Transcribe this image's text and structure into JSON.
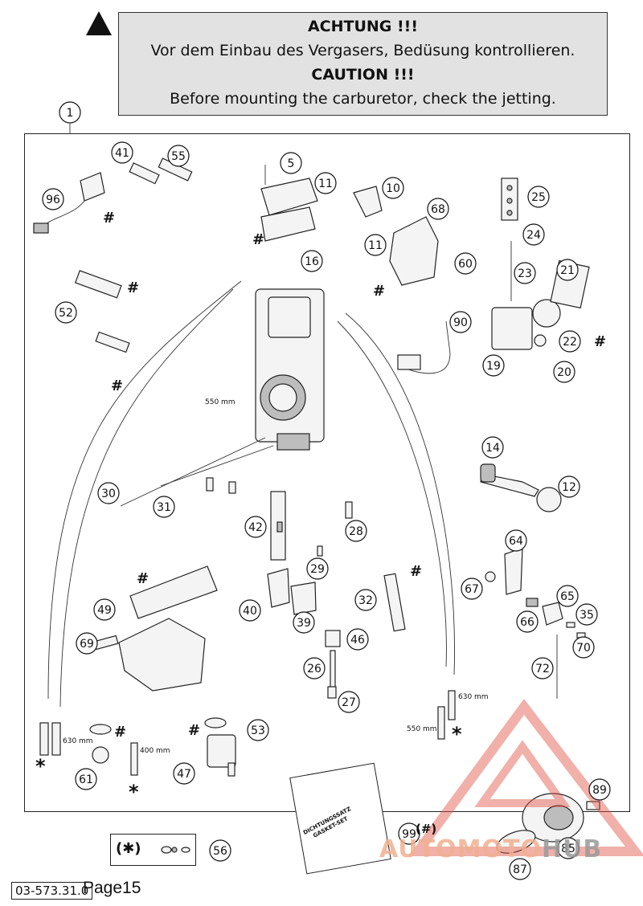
{
  "caution": {
    "line1": "ACHTUNG !!!",
    "line2": "Vor dem Einbau des Vergasers, Bedüsung kontrollieren.",
    "line3": "CAUTION !!!",
    "line4": "Before mounting the carburetor, check the jetting."
  },
  "assembly_ref": "1",
  "callouts": [
    "41",
    "55",
    "5",
    "11",
    "10",
    "68",
    "96",
    "25",
    "24",
    "11",
    "60",
    "16",
    "23",
    "21",
    "52",
    "90",
    "22",
    "19",
    "20",
    "14",
    "12",
    "30",
    "31",
    "42",
    "28",
    "64",
    "29",
    "32",
    "67",
    "40",
    "65",
    "49",
    "39",
    "66",
    "69",
    "46",
    "35",
    "70",
    "26",
    "72",
    "27",
    "53",
    "47",
    "61",
    "89",
    "56",
    "99",
    "85",
    "87"
  ],
  "dimensions": {
    "d550_top": "550 mm",
    "d630_left": "630 mm",
    "d400": "400 mm",
    "d630_right": "630 mm",
    "d550_right": "550 mm"
  },
  "symbols": {
    "hash": "#",
    "star": "*"
  },
  "kit": {
    "symbol": "(✱)",
    "callout": "56"
  },
  "gasket_set": {
    "line1": "DICHTUNGSSATZ",
    "line2": "GASKET-SET",
    "callout": "99",
    "ref": "(#)"
  },
  "footer": {
    "doc_number": "03-573.31.0",
    "page_label": "Page15"
  },
  "watermark": {
    "part1": "AUTOMOTO",
    "part2": "HUB"
  },
  "colors": {
    "caution_bg": "#e2e2e2",
    "watermark_red": "#e05040",
    "watermark_gray": "#9a9a9a"
  }
}
